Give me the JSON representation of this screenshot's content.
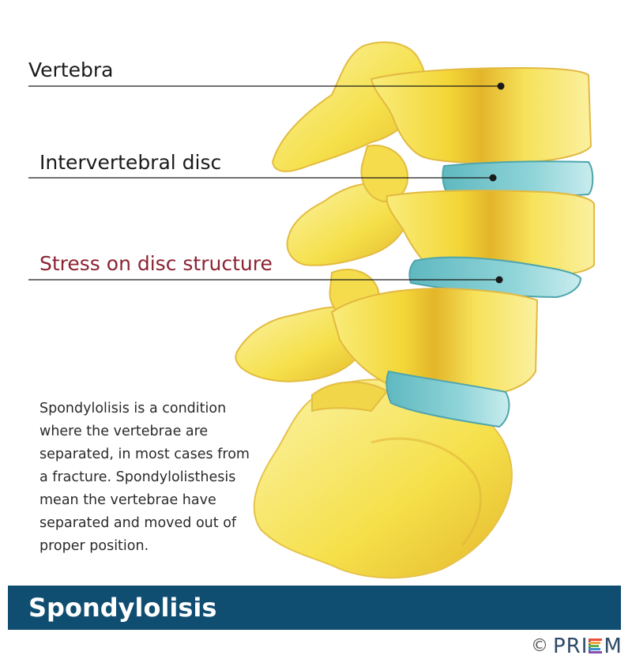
{
  "labels": {
    "vertebra": "Vertebra",
    "intervertebral_disc": "Intervertebral disc",
    "stress": "Stress on disc structure"
  },
  "description_lines": [
    "Spondylolisis is a condition",
    "where the vertebrae are",
    "separated, in most cases from",
    "a fracture. Spondylolisthesis",
    "mean the vertebrae have",
    "separated and moved out of",
    "proper position."
  ],
  "title": "Spondylolisis",
  "footer": {
    "copyright_symbol": "©",
    "brand_prefix": "PRI",
    "brand_suffix": "M"
  },
  "colors": {
    "bone": "#f6e24c",
    "bone_shadow": "#dca21e",
    "disc": "#7ec9cf",
    "accent_red": "#8b2332",
    "banner": "#0f4d71"
  }
}
